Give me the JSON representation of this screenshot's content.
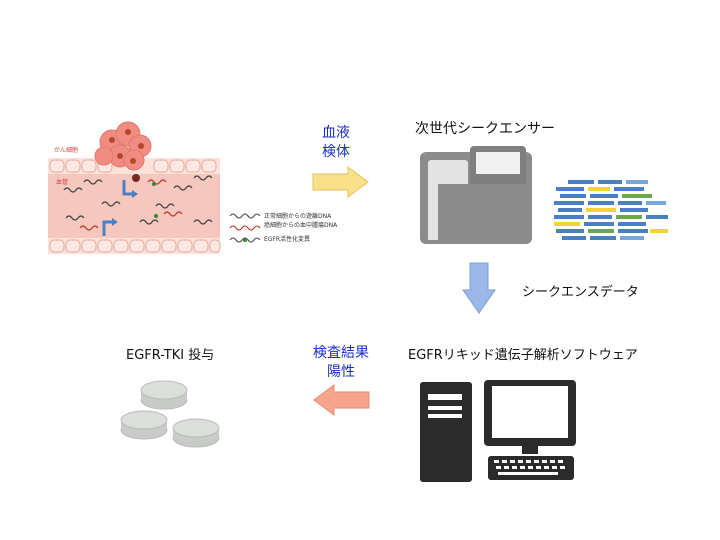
{
  "figure": {
    "blood_sample": {
      "line1": "血液",
      "line2": "検体"
    },
    "sequencer_title": "次世代シークエンサー",
    "sequence_data_label": "シークエンスデータ",
    "software_title": "EGFRリキッド遺伝子解析ソフトウェア",
    "result": {
      "line1": "検査結果",
      "line2": "陽性"
    },
    "treatment_label": "EGFR-TKI 投与",
    "tissue": {
      "cancer_cells_label": "がん細胞",
      "vessel_label": "血管",
      "legend": [
        "正常細胞からの遊離DNA",
        "癌細胞からの血中腫瘍DNA",
        "EGFR活性化変異"
      ]
    }
  },
  "colors": {
    "arrow_yellow": "#f9e08a",
    "arrow_blue": "#9cb8e8",
    "arrow_red": "#f6a58c",
    "label_blue": "#1a2fc9",
    "machine_gray": "#8c8c8c",
    "computer_black": "#2b2b2b",
    "pill_gray": "#d2d4d1"
  },
  "icons": [
    "tissue-illustration",
    "sequencer-icon",
    "sequence-data-bars",
    "computer-icon",
    "tablets-icon"
  ]
}
